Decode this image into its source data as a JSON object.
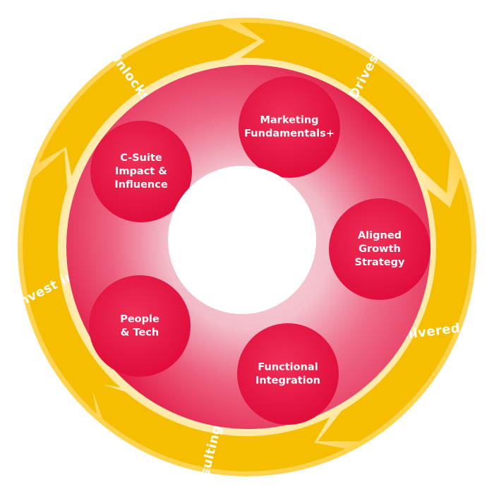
{
  "colors": {
    "outer_ring": "#FFE7A3",
    "arrow": "#F6BE00",
    "arrow_text": "#FFFFFF",
    "ring_light": "#F3C9D2",
    "ring_dark": "#E5143F",
    "node": "#E8123E",
    "node_text": "#FFFFFF",
    "center": "#FFFFFF"
  },
  "arrows": [
    {
      "label": "Invest in",
      "icon": "chevron-arrow"
    },
    {
      "label": "Unlocks",
      "icon": "chevron-arrow"
    },
    {
      "label": "Drives",
      "icon": "chevron-arrow"
    },
    {
      "label": "Delivered by",
      "icon": "chevron-arrow"
    },
    {
      "label": "Resulting in",
      "icon": "chevron-arrow"
    }
  ],
  "nodes": [
    {
      "lines": [
        "Marketing",
        "Fundamentals+"
      ]
    },
    {
      "lines": [
        "Aligned",
        "Growth",
        "Strategy"
      ]
    },
    {
      "lines": [
        "Functional",
        "Integration"
      ]
    },
    {
      "lines": [
        "People",
        "& Tech"
      ]
    },
    {
      "lines": [
        "C-Suite",
        "Impact &",
        "Influence"
      ]
    }
  ]
}
